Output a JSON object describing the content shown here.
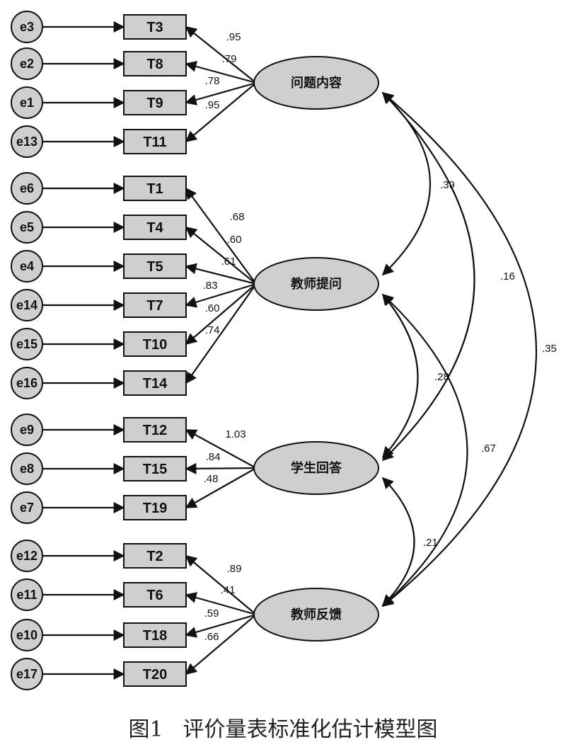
{
  "caption": {
    "number": "图1",
    "title": "评价量表标准化估计模型图"
  },
  "factors": [
    {
      "label": "问题内容",
      "indicators": [
        {
          "item": "T3",
          "error": "e3",
          "loading": ".95"
        },
        {
          "item": "T8",
          "error": "e2",
          "loading": ".79"
        },
        {
          "item": "T9",
          "error": "e1",
          "loading": ".78"
        },
        {
          "item": "T11",
          "error": "e13",
          "loading": ".95"
        }
      ]
    },
    {
      "label": "教师提问",
      "indicators": [
        {
          "item": "T1",
          "error": "e6",
          "loading": ".68"
        },
        {
          "item": "T4",
          "error": "e5",
          "loading": ".60"
        },
        {
          "item": "T5",
          "error": "e4",
          "loading": ".61"
        },
        {
          "item": "T7",
          "error": "e14",
          "loading": ".83"
        },
        {
          "item": "T10",
          "error": "e15",
          "loading": ".60"
        },
        {
          "item": "T14",
          "error": "e16",
          "loading": ".74"
        }
      ]
    },
    {
      "label": "学生回答",
      "indicators": [
        {
          "item": "T12",
          "error": "e9",
          "loading": "1.03"
        },
        {
          "item": "T15",
          "error": "e8",
          "loading": ".84"
        },
        {
          "item": "T19",
          "error": "e7",
          "loading": ".48"
        }
      ]
    },
    {
      "label": "教师反馈",
      "indicators": [
        {
          "item": "T2",
          "error": "e12",
          "loading": ".89"
        },
        {
          "item": "T6",
          "error": "e11",
          "loading": ".41"
        },
        {
          "item": "T18",
          "error": "e10",
          "loading": ".59"
        },
        {
          "item": "T20",
          "error": "e17",
          "loading": ".66"
        }
      ]
    }
  ],
  "covariances": [
    {
      "from": "问题内容",
      "to": "教师提问",
      "value": ".39"
    },
    {
      "from": "问题内容",
      "to": "学生回答",
      "value": ".16"
    },
    {
      "from": "问题内容",
      "to": "教师反馈",
      "value": ".35"
    },
    {
      "from": "教师提问",
      "to": "学生回答",
      "value": ".28"
    },
    {
      "from": "教师提问",
      "to": "教师反馈",
      "value": ".67"
    },
    {
      "from": "学生回答",
      "to": "教师反馈",
      "value": ".21"
    }
  ],
  "colors": {
    "node_fill": "#cfcfcf",
    "stroke": "#111111"
  }
}
